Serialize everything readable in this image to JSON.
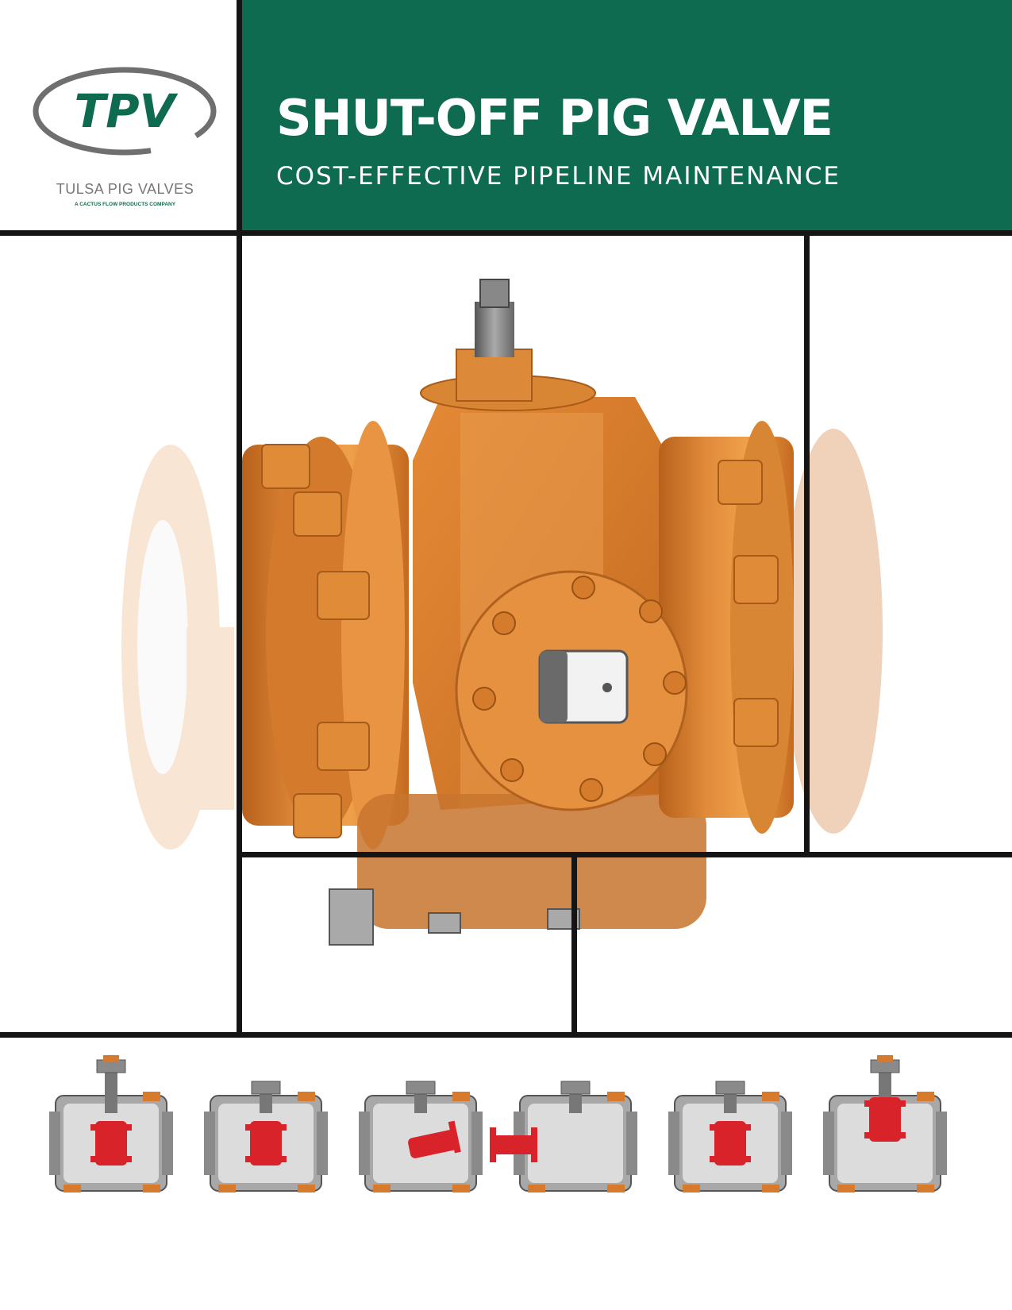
{
  "header": {
    "title": "SHUT-OFF PIG VALVE",
    "subtitle": "COST-EFFECTIVE PIPELINE MAINTENANCE",
    "band_color": "#0f6b50"
  },
  "logo": {
    "mark_text": "TPV",
    "company_name": "TULSA PIG VALVES",
    "tagline": "A CACTUS FLOW PRODUCTS COMPANY"
  },
  "colors": {
    "valve_orange": "#d77a2c",
    "pig_red": "#d9232a",
    "cutaway_gray": "#a8a8a8"
  },
  "thumbnails": {
    "steps": [
      {
        "pig_position": "center",
        "cap": "raised"
      },
      {
        "pig_position": "center",
        "cap": "closed"
      },
      {
        "pig_position": "tilted",
        "cap": "closed"
      },
      {
        "pig_position": "ejected-left",
        "cap": "closed"
      },
      {
        "pig_position": "center",
        "cap": "closed"
      },
      {
        "pig_position": "vertical",
        "cap": "raised"
      }
    ]
  }
}
